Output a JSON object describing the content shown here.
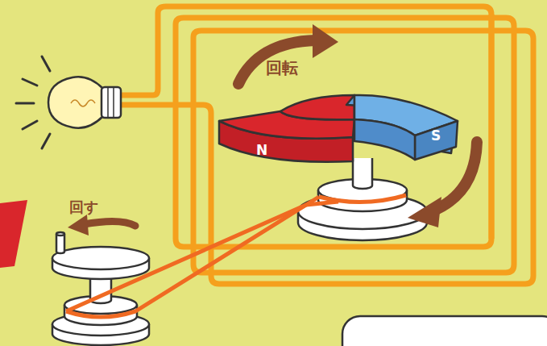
{
  "diagram": {
    "labels": [
      "回転",
      "回す",
      "N",
      "S"
    ]
  }
}
